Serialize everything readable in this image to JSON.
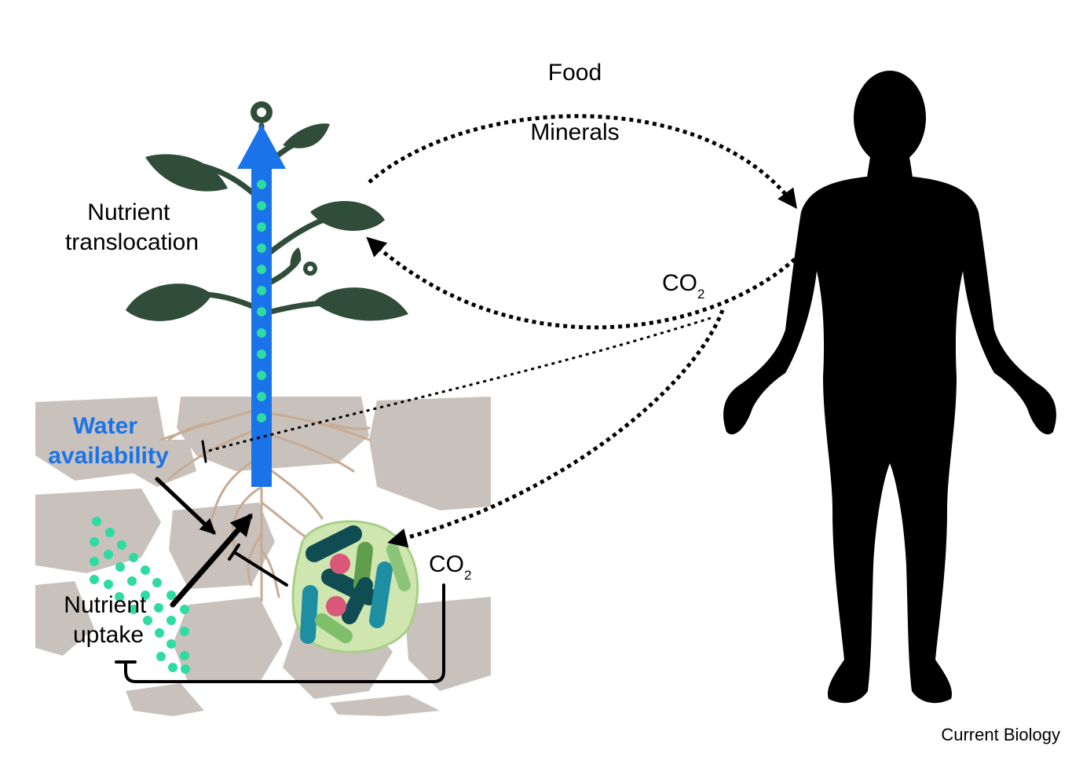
{
  "labels": {
    "food": "Food",
    "minerals": "Minerals",
    "co2_upper": {
      "base": "CO",
      "sub": "2"
    },
    "co2_lower": {
      "base": "CO",
      "sub": "2"
    },
    "nutrient_translocation": [
      "Nutrient",
      "translocation"
    ],
    "water_availability": [
      "Water",
      "availability"
    ],
    "nutrient_uptake": [
      "Nutrient",
      "uptake"
    ],
    "credit": "Current Biology"
  },
  "colors": {
    "soil": "#c9c2bc",
    "leaf": "#2f4d38",
    "stem": "#2f4d38",
    "translocation_arrow": "#1a73e8",
    "nutrient_dots": "#2edba2",
    "root": "#c7ab94",
    "human": "#000000",
    "microbe_colony": "#cfe6b0",
    "water_label": "#1a73e8"
  },
  "icons": [
    "plant-icon",
    "human-silhouette-icon",
    "microbe-colony-icon",
    "soil-aggregate-icon",
    "root-system-icon"
  ]
}
